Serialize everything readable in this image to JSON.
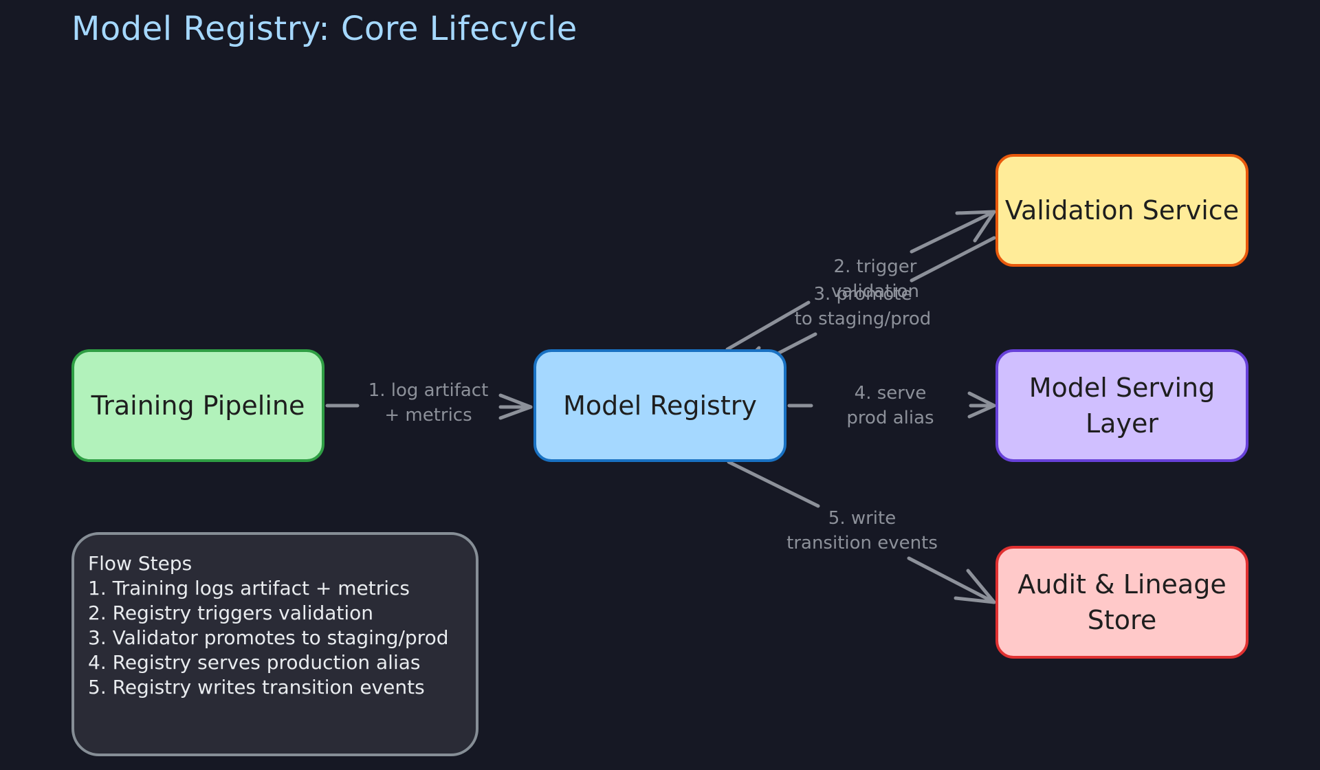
{
  "title": "Model Registry: Core Lifecycle",
  "nodes": {
    "training": "Training Pipeline",
    "registry": "Model Registry",
    "validation": "Validation Service",
    "serving": "Model Serving\nLayer",
    "audit": "Audit & Lineage\nStore"
  },
  "edges": {
    "log": "1. log artifact\n+ metrics",
    "trigger": "2. trigger\nvalidation",
    "promote": "3. promote\nto staging/prod",
    "serve": "4. serve\nprod alias",
    "write": "5. write\ntransition events"
  },
  "steps": {
    "text": "Flow Steps\n1. Training logs artifact + metrics\n2. Registry triggers validation\n3. Validator promotes to staging/prod\n4. Registry serves production alias\n5. Registry writes transition events"
  },
  "colors": {
    "edge": "#8d919a",
    "background": "#161824"
  }
}
